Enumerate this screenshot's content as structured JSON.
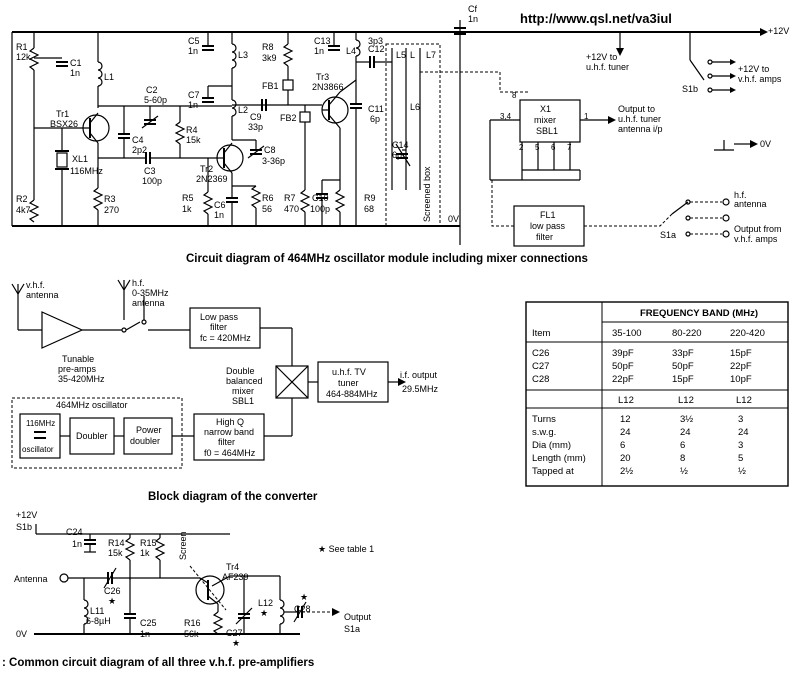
{
  "url": "http://www.qsl.net/va3iul",
  "captions": {
    "oscillator": "Circuit diagram of 464MHz oscillator module including mixer connections",
    "block": "Block diagram of the converter",
    "preamp": ": Common circuit diagram of all three v.h.f. pre-amplifiers"
  },
  "osc_circuit": {
    "components": {
      "R1": "R1",
      "R1v": "12k",
      "C1": "C1",
      "C1v": "1n",
      "L1": "L1",
      "Tr1": "Tr1",
      "Tr1v": "BSX26",
      "XL1": "XL1",
      "XL1v": "116MHz",
      "C2": "C2",
      "C2v": "5-60p",
      "C4": "C4",
      "C4v": "2p2",
      "C3": "C3",
      "C3v": "100p",
      "R2": "R2",
      "R2v": "4k7",
      "R3": "R3",
      "R3v": "270",
      "C5": "C5",
      "C5v": "1n",
      "L3": "L3",
      "C7": "C7",
      "C7v": "1n",
      "L2": "L2",
      "R4": "R4",
      "R4v": "15k",
      "R5": "R5",
      "R5v": "1k",
      "C6": "C6",
      "C6v": "1n",
      "Tr2": "Tr2",
      "Tr2v": "2N2369",
      "R6": "R6",
      "R6v": "56",
      "R8": "R8",
      "R8v": "3k9",
      "FB1": "FB1",
      "FB2": "FB2",
      "C9": "C9",
      "C9v": "33p",
      "C8": "C8",
      "C8v": "3-36p",
      "R7": "R7",
      "R7v": "470",
      "C13": "C13",
      "C13v": "1n",
      "Tr3": "Tr3",
      "Tr3v": "2N3866",
      "L4": "L4",
      "C12": "C12",
      "C12v": "3p3",
      "C11": "C11",
      "C11v": "6p",
      "C10": "C10",
      "C10v": "100p",
      "R9": "R9",
      "R9v": "68",
      "C14": "C14",
      "C14v": "6p",
      "L5": "L5",
      "L6": "L6",
      "L7": "L7",
      "L": "L",
      "Cf": "Cf",
      "Cfv": "1n",
      "screened": "Screened box",
      "zero": "0V"
    },
    "supply": "+12V",
    "tuner_supply": "+12V to u.h.f. tuner",
    "X1": "X1",
    "X1_a": "mixer",
    "X1_b": "SBL1",
    "pins": {
      "p8": "8",
      "p34": "3,4",
      "p1": "1",
      "p2": "2",
      "p5": "5",
      "p6": "6",
      "p7": "7"
    },
    "output": "Output to u.h.f. tuner antenna i/p",
    "S1b": "S1b",
    "S1a": "S1a",
    "vhf_amps": "+12V to v.h.f. amps",
    "zero_v": "0V",
    "hf_antenna": "h.f. antenna",
    "vhf_output": "Output from v.h.f. amps",
    "FL1": "FL1",
    "FL1_a": "low pass",
    "FL1_b": "filter"
  },
  "block_diagram": {
    "vhf_antenna": "v.h.f. antenna",
    "hf_antenna": "h.f. 0-35MHz antenna",
    "preamps": "Tunable pre-amps 35-420MHz",
    "lpf_a": "Low pass filter",
    "lpf_b": "fc = 420MHz",
    "mixer_a": "Double balanced mixer",
    "mixer_b": "SBL1",
    "tuner_a": "u.h.f. TV tuner",
    "tuner_b": "464-884MHz",
    "if_out_a": "i.f. output",
    "if_out_b": "29.5MHz",
    "osc_title": "464MHz oscillator",
    "xtal_a": "116MHz",
    "xtal_b": "oscillator",
    "doubler": "Doubler",
    "power_doubler_a": "Power",
    "power_doubler_b": "doubler",
    "bpf_a": "High Q",
    "bpf_b": "narrow band",
    "bpf_c": "filter",
    "bpf_d": "f0 = 464MHz"
  },
  "table": {
    "title": "FREQUENCY BAND (MHz)",
    "headers": [
      "Item",
      "35-100",
      "80-220",
      "220-420"
    ],
    "cap_rows": [
      [
        "C26",
        "39pF",
        "33pF",
        "15pF"
      ],
      [
        "C27",
        "50pF",
        "50pF",
        "22pF"
      ],
      [
        "C28",
        "22pF",
        "15pF",
        "10pF"
      ]
    ],
    "l12_row": [
      "",
      "L12",
      "L12",
      "L12"
    ],
    "coil_rows": [
      [
        "Turns",
        "12",
        "3½",
        "3"
      ],
      [
        "s.w.g.",
        "24",
        "24",
        "24"
      ],
      [
        "Dia (mm)",
        "6",
        "6",
        "3"
      ],
      [
        "Length (mm)",
        "20",
        "8",
        "5"
      ],
      [
        "Tapped at",
        "2½",
        "½",
        "½"
      ]
    ]
  },
  "preamp": {
    "supply": "+12V",
    "supply_src": "S1b",
    "C24": "C24",
    "C24v": "1n",
    "R14": "R14",
    "R14v": "15k",
    "R15": "R15",
    "R15v": "1k",
    "screen": "Screen",
    "Tr4": "Tr4",
    "Tr4v": "AF239",
    "note": "★ See table 1",
    "antenna": "Antenna",
    "C26": "C26",
    "star": "★",
    "L11": "L11",
    "L11v": "6-8µH",
    "C25": "C25",
    "C25v": "1n",
    "R16": "R16",
    "R16v": "56k",
    "C27": "C27",
    "L12": "L12",
    "C28": "C28",
    "output": "Output",
    "output_to": "S1a",
    "zero": "0V"
  }
}
